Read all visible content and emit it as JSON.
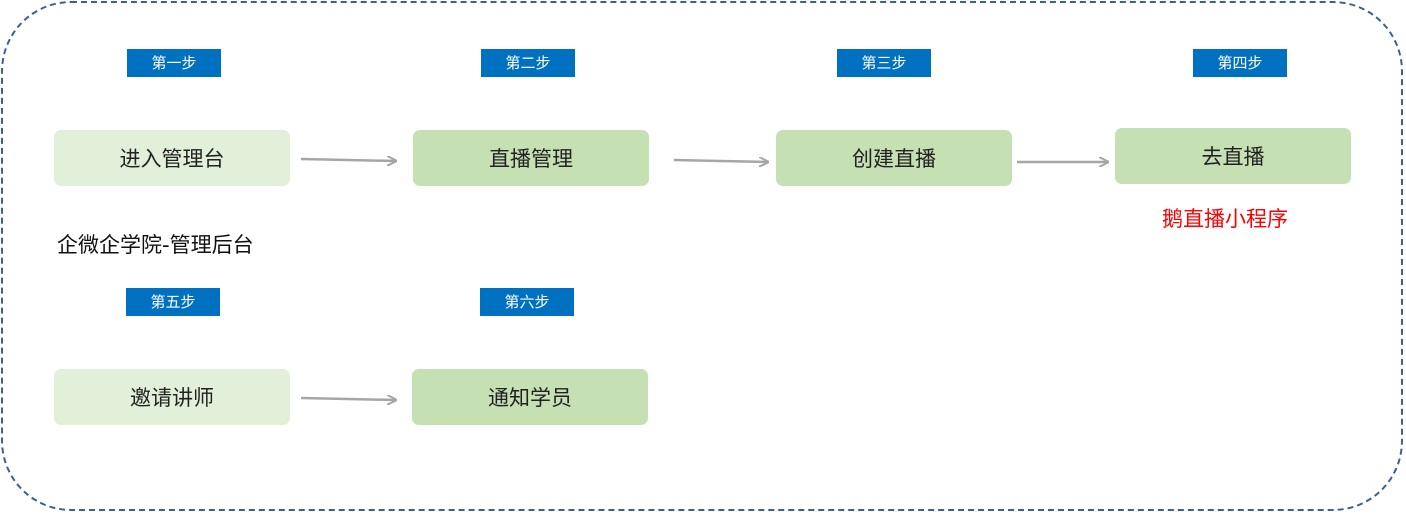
{
  "steps": {
    "s1": "第一步",
    "s2": "第二步",
    "s3": "第三步",
    "s4": "第四步",
    "s5": "第五步",
    "s6": "第六步"
  },
  "nodes": {
    "enter_console": "进入管理台",
    "live_management": "直播管理",
    "create_live": "创建直播",
    "go_live": "去直播",
    "invite_lecturer": "邀请讲师",
    "notify_students": "通知学员"
  },
  "captions": {
    "console_name": "企微企学院-管理后台",
    "mini_program": "鹅直播小程序"
  },
  "colors": {
    "tag_blue": "#0070c0",
    "node_light": "#e2efd9",
    "node_mid": "#c5e0b3",
    "arrow_gray": "#a6a6a6",
    "frame_dash": "#3f5f93",
    "highlight_red": "#ff0000"
  }
}
